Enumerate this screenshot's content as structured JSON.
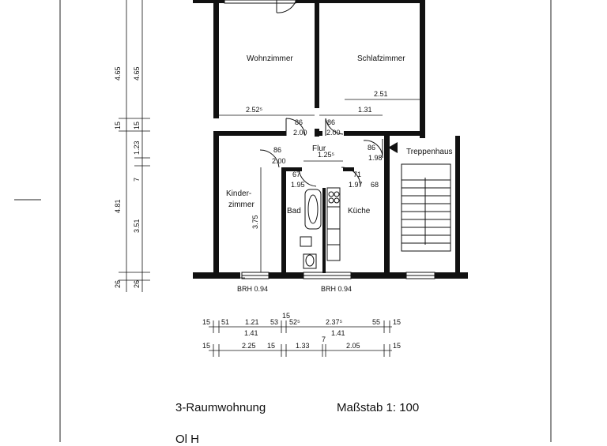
{
  "rooms": {
    "wohnzimmer": "Wohnzimmer",
    "schlafzimmer": "Schlafzimmer",
    "flur": "Flur",
    "treppenhaus": "Treppenhaus",
    "kinderzimmer_1": "Kinder-",
    "kinderzimmer_2": "zimmer",
    "bad": "Bad",
    "kueche": "Küche"
  },
  "dims": {
    "wohn_width": "2.52⁵",
    "schlaf_width": "2.51",
    "schlaf_sub": "1.31",
    "door_wohn": [
      "86",
      "2.00"
    ],
    "door_schlaf": [
      "86",
      "2.00"
    ],
    "door_kinder": [
      "86",
      "2.00"
    ],
    "door_trepp": [
      "86",
      "1.98"
    ],
    "flur_width": "1.25⁵",
    "door_bad": [
      "67",
      "1.95"
    ],
    "door_kueche": [
      "71",
      "1.97"
    ],
    "kueche_68": "68",
    "kinder_height": "3.75",
    "brh_left": "BRH 0.94",
    "brh_right": "BRH 0.94"
  },
  "left_dims": {
    "outer": [
      "4.65",
      "15",
      "4.81",
      "26"
    ],
    "inner": [
      "4.65",
      "15",
      "1.23",
      "7",
      "3.51",
      "26"
    ]
  },
  "bottom_dims": {
    "row1_top": [
      "15",
      "51",
      "1.21",
      "53",
      "15",
      "52⁵",
      "2.37⁵",
      "55",
      "15"
    ],
    "row1_bottom": [
      "1.41",
      "1.41"
    ],
    "row2": [
      "15",
      "2.25",
      "15",
      "1.33",
      "7",
      "2.05",
      "15"
    ]
  },
  "caption": {
    "title": "3-Raumwohnung",
    "scale": "Maßstab 1: 100",
    "bottom_partial": "Ol   H"
  }
}
